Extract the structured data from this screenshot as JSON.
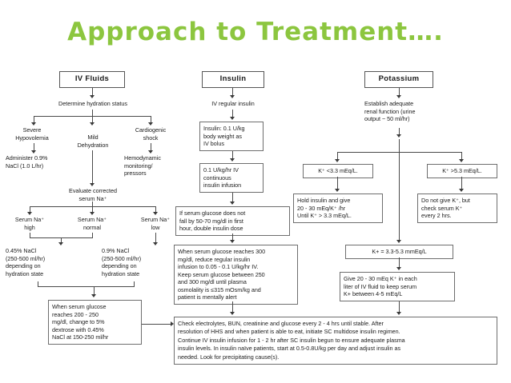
{
  "title": "Approach to Treatment….",
  "title_color": "#8CC63F",
  "columns": {
    "iv_fluids": {
      "header": "IV Fluids",
      "step_determine": "Determine hydration status",
      "branch_severe": "Severe\nHypovolemia",
      "branch_mild": "Mild\nDehydration",
      "branch_cardiogenic": "Cardiogenic\nshock",
      "severe_action": "Administer 0.9%\nNaCl (1.0 L/hr)",
      "cardiogenic_action": "Hemodynamic\nmonitoring/\npressors",
      "evaluate": "Evaluate corrected\nserum Na⁺",
      "na_high": "Serum Na⁺\nhigh",
      "na_normal": "Serum Na⁺\nnormal",
      "na_low": "Serum Na⁺\nlow",
      "nacl_045": "0.45% NaCl\n(250-500 ml/hr)\ndepending on\nhydration state",
      "nacl_09": "0.9% NaCl\n(250-500 ml/hr)\ndepending on\nhydration state",
      "glucose_switch": "When serum glucose\nreaches 200 - 250\nmg/dl, change to 5%\ndextrose with 0.45%\nNaCl at 150-250 ml/hr"
    },
    "insulin": {
      "header": "Insulin",
      "route": "IV regular insulin",
      "bolus": "Insulin: 0.1 U/kg\nbody weight as\nIV bolus",
      "infusion": "0.1 U/kg/hr IV\ncontinuous\ninsulin infusion",
      "no_fall": "If serum glucose does not\nfall by 50-70 mg/dl in first\nhour, double insulin dose",
      "reduce": "When serum glucose reaches 300\nmg/dl, reduce regular insulin\ninfusion to 0.05 - 0.1 U/kg/hr IV.\nKeep serum glucose between 250\nand 300 mg/dl until plasma\nosmolality is  ≤315 mOsm/kg and\npatient is mentally alert"
    },
    "potassium": {
      "header": "Potassium",
      "renal": "Establish adequate\nrenal function (urine\noutput ~ 50 ml/hr)",
      "k_low": "K⁺ <3.3 mEq/L.",
      "k_high": "K⁺ >5.3 mEq/L.",
      "k_low_action": "Hold insulin and give\n20 - 30 mEq/K⁺ /hr\nUntil K⁺ > 3.3 mEq/L.",
      "k_high_action": "Do not give K⁺, but\ncheck serum K⁺\nevery 2 hrs.",
      "k_normal": "K+ = 3.3-5.3 mmEq/L",
      "k_normal_action": "Give 20 - 30 mEq K⁺ in each\nliter of IV fluid to keep serum\nK+ between 4-5 mEq/L"
    }
  },
  "footer": {
    "monitoring": "Check electrolytes, BUN, creatinine and glucose every 2 - 4 hrs until stable.  After\nresolution of HHS and when patient is able to eat, initiate SC multidose insulin regimen.\nContinue IV insulin infusion for 1 - 2 hr after SC insulin begun to ensure adequate plasma\ninsulin levels.  In insulin naïve patients, start at 0.5-0.8U/kg per day and adjust insulin as\nneeded.  Look for precipitating cause(s)."
  }
}
